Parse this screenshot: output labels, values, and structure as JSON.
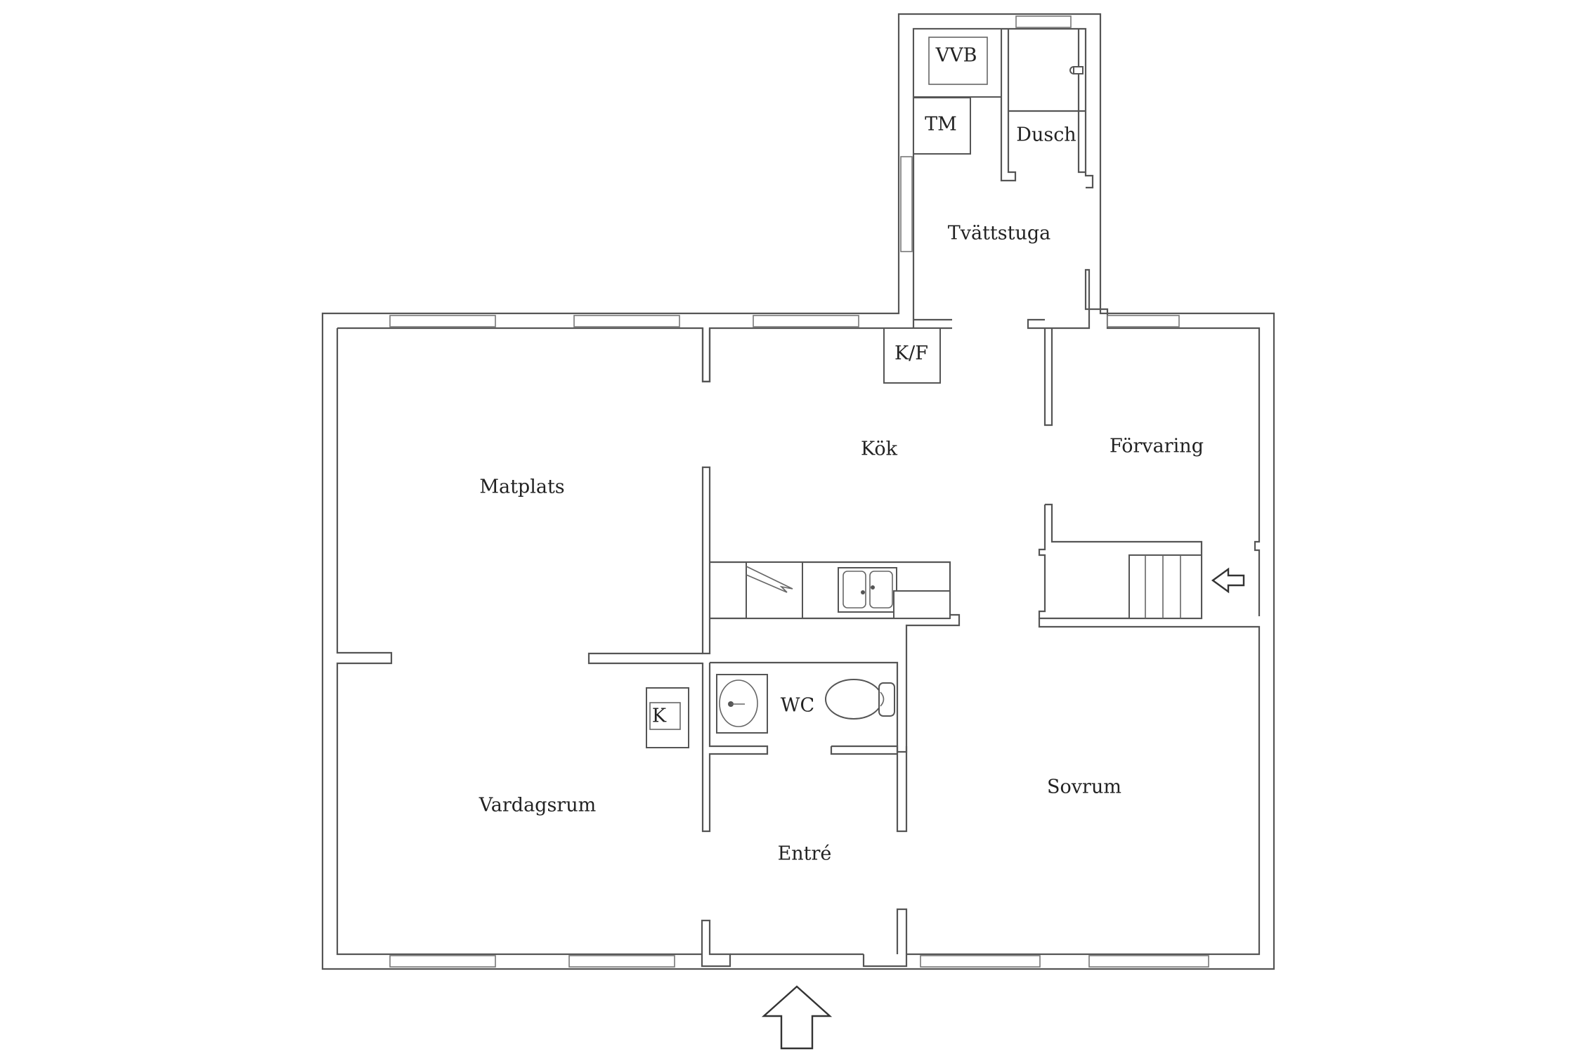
{
  "rooms": {
    "tvattstuga": "Tvättstuga",
    "dusch": "Dusch",
    "vvb": "VVB",
    "tm": "TM",
    "kf": "K/F",
    "kok": "Kök",
    "matplats": "Matplats",
    "forvaring": "Förvaring",
    "wc": "WC",
    "k": "K",
    "vardagsrum": "Vardagsrum",
    "entre": "Entré",
    "sovrum": "Sovrum"
  },
  "colors": {
    "wall": "#555555",
    "background": "#ffffff",
    "text": "#222222"
  },
  "icons": {
    "main_entrance": "arrow-up-icon",
    "side_entrance": "arrow-left-icon",
    "sink": "sink-icon",
    "toilet": "toilet-icon",
    "stove": "stove-icon",
    "kitchen_sink": "kitchen-sink-icon",
    "stairs": "stairs-icon"
  }
}
